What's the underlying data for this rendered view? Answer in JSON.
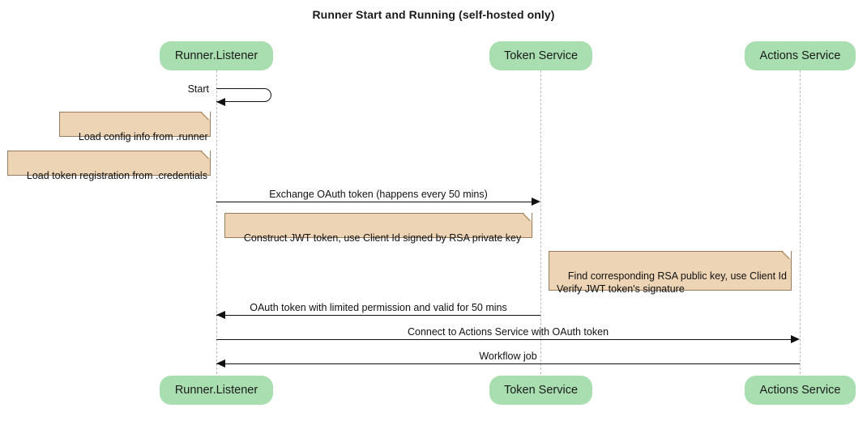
{
  "diagram": {
    "title": "Runner Start and Running (self-hosted only)",
    "colors": {
      "participant_fill": "#a9dfb0",
      "note_fill": "#ecd4b5",
      "note_border": "#9a7d5c",
      "line": "#111111",
      "lifeline": "#b9b9b9",
      "background": "#ffffff"
    }
  },
  "participants": [
    {
      "id": "runner-listener",
      "label": "Runner.Listener"
    },
    {
      "id": "token-service",
      "label": "Token Service"
    },
    {
      "id": "actions-service",
      "label": "Actions Service"
    }
  ],
  "participants_bottom": [
    {
      "id": "runner-listener",
      "label": "Runner.Listener"
    },
    {
      "id": "token-service",
      "label": "Token Service"
    },
    {
      "id": "actions-service",
      "label": "Actions Service"
    }
  ],
  "messages": [
    {
      "id": "start",
      "label": "Start",
      "from": "runner-listener",
      "to": "runner-listener",
      "kind": "self",
      "direction": "self"
    },
    {
      "id": "exchange-oauth-token",
      "label": "Exchange OAuth token (happens every 50 mins)",
      "from": "runner-listener",
      "to": "token-service",
      "kind": "sync",
      "direction": "right"
    },
    {
      "id": "oauth-token-response",
      "label": "OAuth token with limited permission and valid for 50 mins",
      "from": "token-service",
      "to": "runner-listener",
      "kind": "sync",
      "direction": "left"
    },
    {
      "id": "connect-to-actions-service",
      "label": "Connect to Actions Service with OAuth token",
      "from": "runner-listener",
      "to": "actions-service",
      "kind": "sync",
      "direction": "right"
    },
    {
      "id": "workflow-job",
      "label": "Workflow job",
      "from": "actions-service",
      "to": "runner-listener",
      "kind": "sync",
      "direction": "left"
    }
  ],
  "notes": [
    {
      "id": "load-config",
      "text": "Load config info from .runner",
      "attached_to": "runner-listener"
    },
    {
      "id": "load-token-registration",
      "text": "Load token registration from .credentials",
      "attached_to": "runner-listener"
    },
    {
      "id": "construct-jwt",
      "text": "Construct JWT token, use Client Id signed by RSA private key",
      "attached_to": "runner-listener"
    },
    {
      "id": "verify-jwt",
      "text": "Find corresponding RSA public key, use Client Id\nVerify JWT token's signature",
      "attached_to": "token-service"
    }
  ]
}
